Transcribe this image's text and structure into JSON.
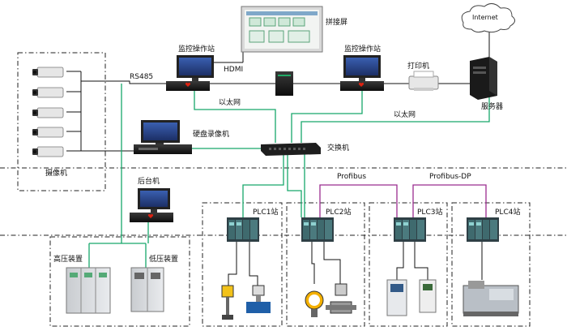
{
  "labels": {
    "splice_screen": "拼接屏",
    "monitor_station_left": "监控操作站",
    "monitor_station_right": "监控操作站",
    "hdmi": "HDMI",
    "rs485": "RS485",
    "printer": "打印机",
    "server": "服务器",
    "internet": "Internet",
    "ethernet_left": "以太网",
    "ethernet_right": "以太网",
    "dvr": "硬盘录像机",
    "switch": "交换机",
    "camera": "摄像机",
    "backend": "后台机",
    "profibus": "Profibus",
    "profibus_dp": "Profibus-DP",
    "plc1": "PLC1站",
    "plc2": "PLC2站",
    "plc3": "PLC3站",
    "plc4": "PLC4站",
    "high_voltage": "高压装置",
    "low_voltage": "低压装置"
  },
  "colors": {
    "ethernet_line": "#17a86b",
    "profibus_line": "#9b2d8f",
    "black_line": "#111111",
    "dash_line": "#222222"
  },
  "icons": {
    "camera": "camera-icon",
    "monitor": "monitor-icon",
    "workstation": "workstation-icon",
    "switch": "network-switch-icon",
    "server": "server-tower-icon",
    "printer": "printer-icon",
    "plc": "plc-rack-icon",
    "cloud": "cloud-icon"
  }
}
